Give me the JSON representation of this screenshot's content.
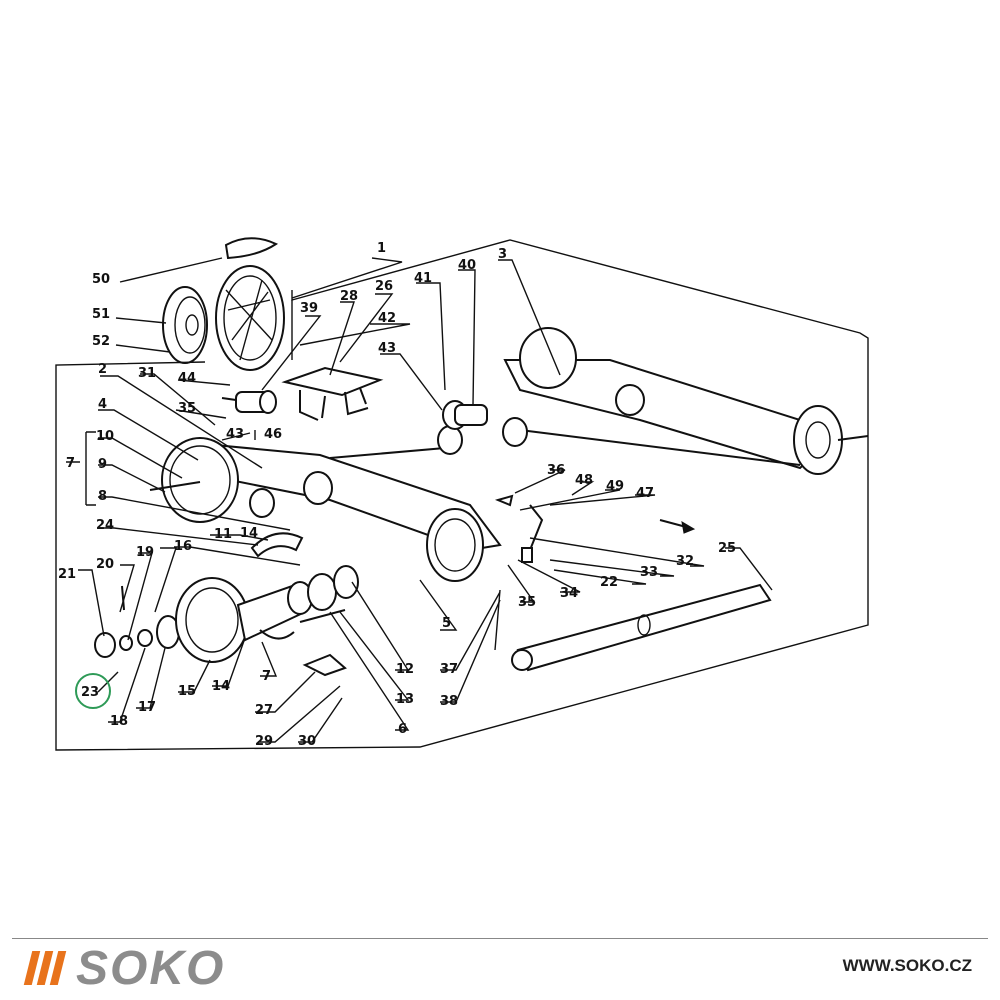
{
  "parts": [
    {
      "id": "p1",
      "text": "1"
    },
    {
      "id": "p2",
      "text": "2"
    },
    {
      "id": "p3",
      "text": "3"
    },
    {
      "id": "p4",
      "text": "4"
    },
    {
      "id": "p5",
      "text": "5"
    },
    {
      "id": "p6",
      "text": "6"
    },
    {
      "id": "p7a",
      "text": "7"
    },
    {
      "id": "p7b",
      "text": "7"
    },
    {
      "id": "p8",
      "text": "8"
    },
    {
      "id": "p9",
      "text": "9"
    },
    {
      "id": "p10",
      "text": "10"
    },
    {
      "id": "p11",
      "text": "11"
    },
    {
      "id": "p12",
      "text": "12"
    },
    {
      "id": "p13",
      "text": "13"
    },
    {
      "id": "p14a",
      "text": "14"
    },
    {
      "id": "p14b",
      "text": "14"
    },
    {
      "id": "p15",
      "text": "15"
    },
    {
      "id": "p16",
      "text": "16"
    },
    {
      "id": "p17",
      "text": "17"
    },
    {
      "id": "p18",
      "text": "18"
    },
    {
      "id": "p19",
      "text": "19"
    },
    {
      "id": "p20",
      "text": "20"
    },
    {
      "id": "p21",
      "text": "21"
    },
    {
      "id": "p22",
      "text": "22"
    },
    {
      "id": "p23",
      "text": "23"
    },
    {
      "id": "p24",
      "text": "24"
    },
    {
      "id": "p25",
      "text": "25"
    },
    {
      "id": "p26",
      "text": "26"
    },
    {
      "id": "p27",
      "text": "27"
    },
    {
      "id": "p28",
      "text": "28"
    },
    {
      "id": "p29",
      "text": "29"
    },
    {
      "id": "p30",
      "text": "30"
    },
    {
      "id": "p31",
      "text": "31"
    },
    {
      "id": "p32",
      "text": "32"
    },
    {
      "id": "p33",
      "text": "33"
    },
    {
      "id": "p34",
      "text": "34"
    },
    {
      "id": "p35a",
      "text": "35"
    },
    {
      "id": "p35b",
      "text": "35"
    },
    {
      "id": "p36",
      "text": "36"
    },
    {
      "id": "p37",
      "text": "37"
    },
    {
      "id": "p38",
      "text": "38"
    },
    {
      "id": "p39",
      "text": "39"
    },
    {
      "id": "p40",
      "text": "40"
    },
    {
      "id": "p41",
      "text": "41"
    },
    {
      "id": "p42",
      "text": "42"
    },
    {
      "id": "p43a",
      "text": "43"
    },
    {
      "id": "p43b",
      "text": "43"
    },
    {
      "id": "p44",
      "text": "44"
    },
    {
      "id": "p46",
      "text": "46"
    },
    {
      "id": "p47",
      "text": "47"
    },
    {
      "id": "p48",
      "text": "48"
    },
    {
      "id": "p49",
      "text": "49"
    },
    {
      "id": "p50",
      "text": "50"
    },
    {
      "id": "p51",
      "text": "51"
    },
    {
      "id": "p52",
      "text": "52"
    }
  ],
  "highlight": {
    "part": "23",
    "color": "#2e9a57"
  },
  "footer": {
    "brand": "SOKO",
    "url": "WWW.SOKO.CZ",
    "brand_color": "#8c8c8c",
    "accent_color": "#e8731c"
  }
}
